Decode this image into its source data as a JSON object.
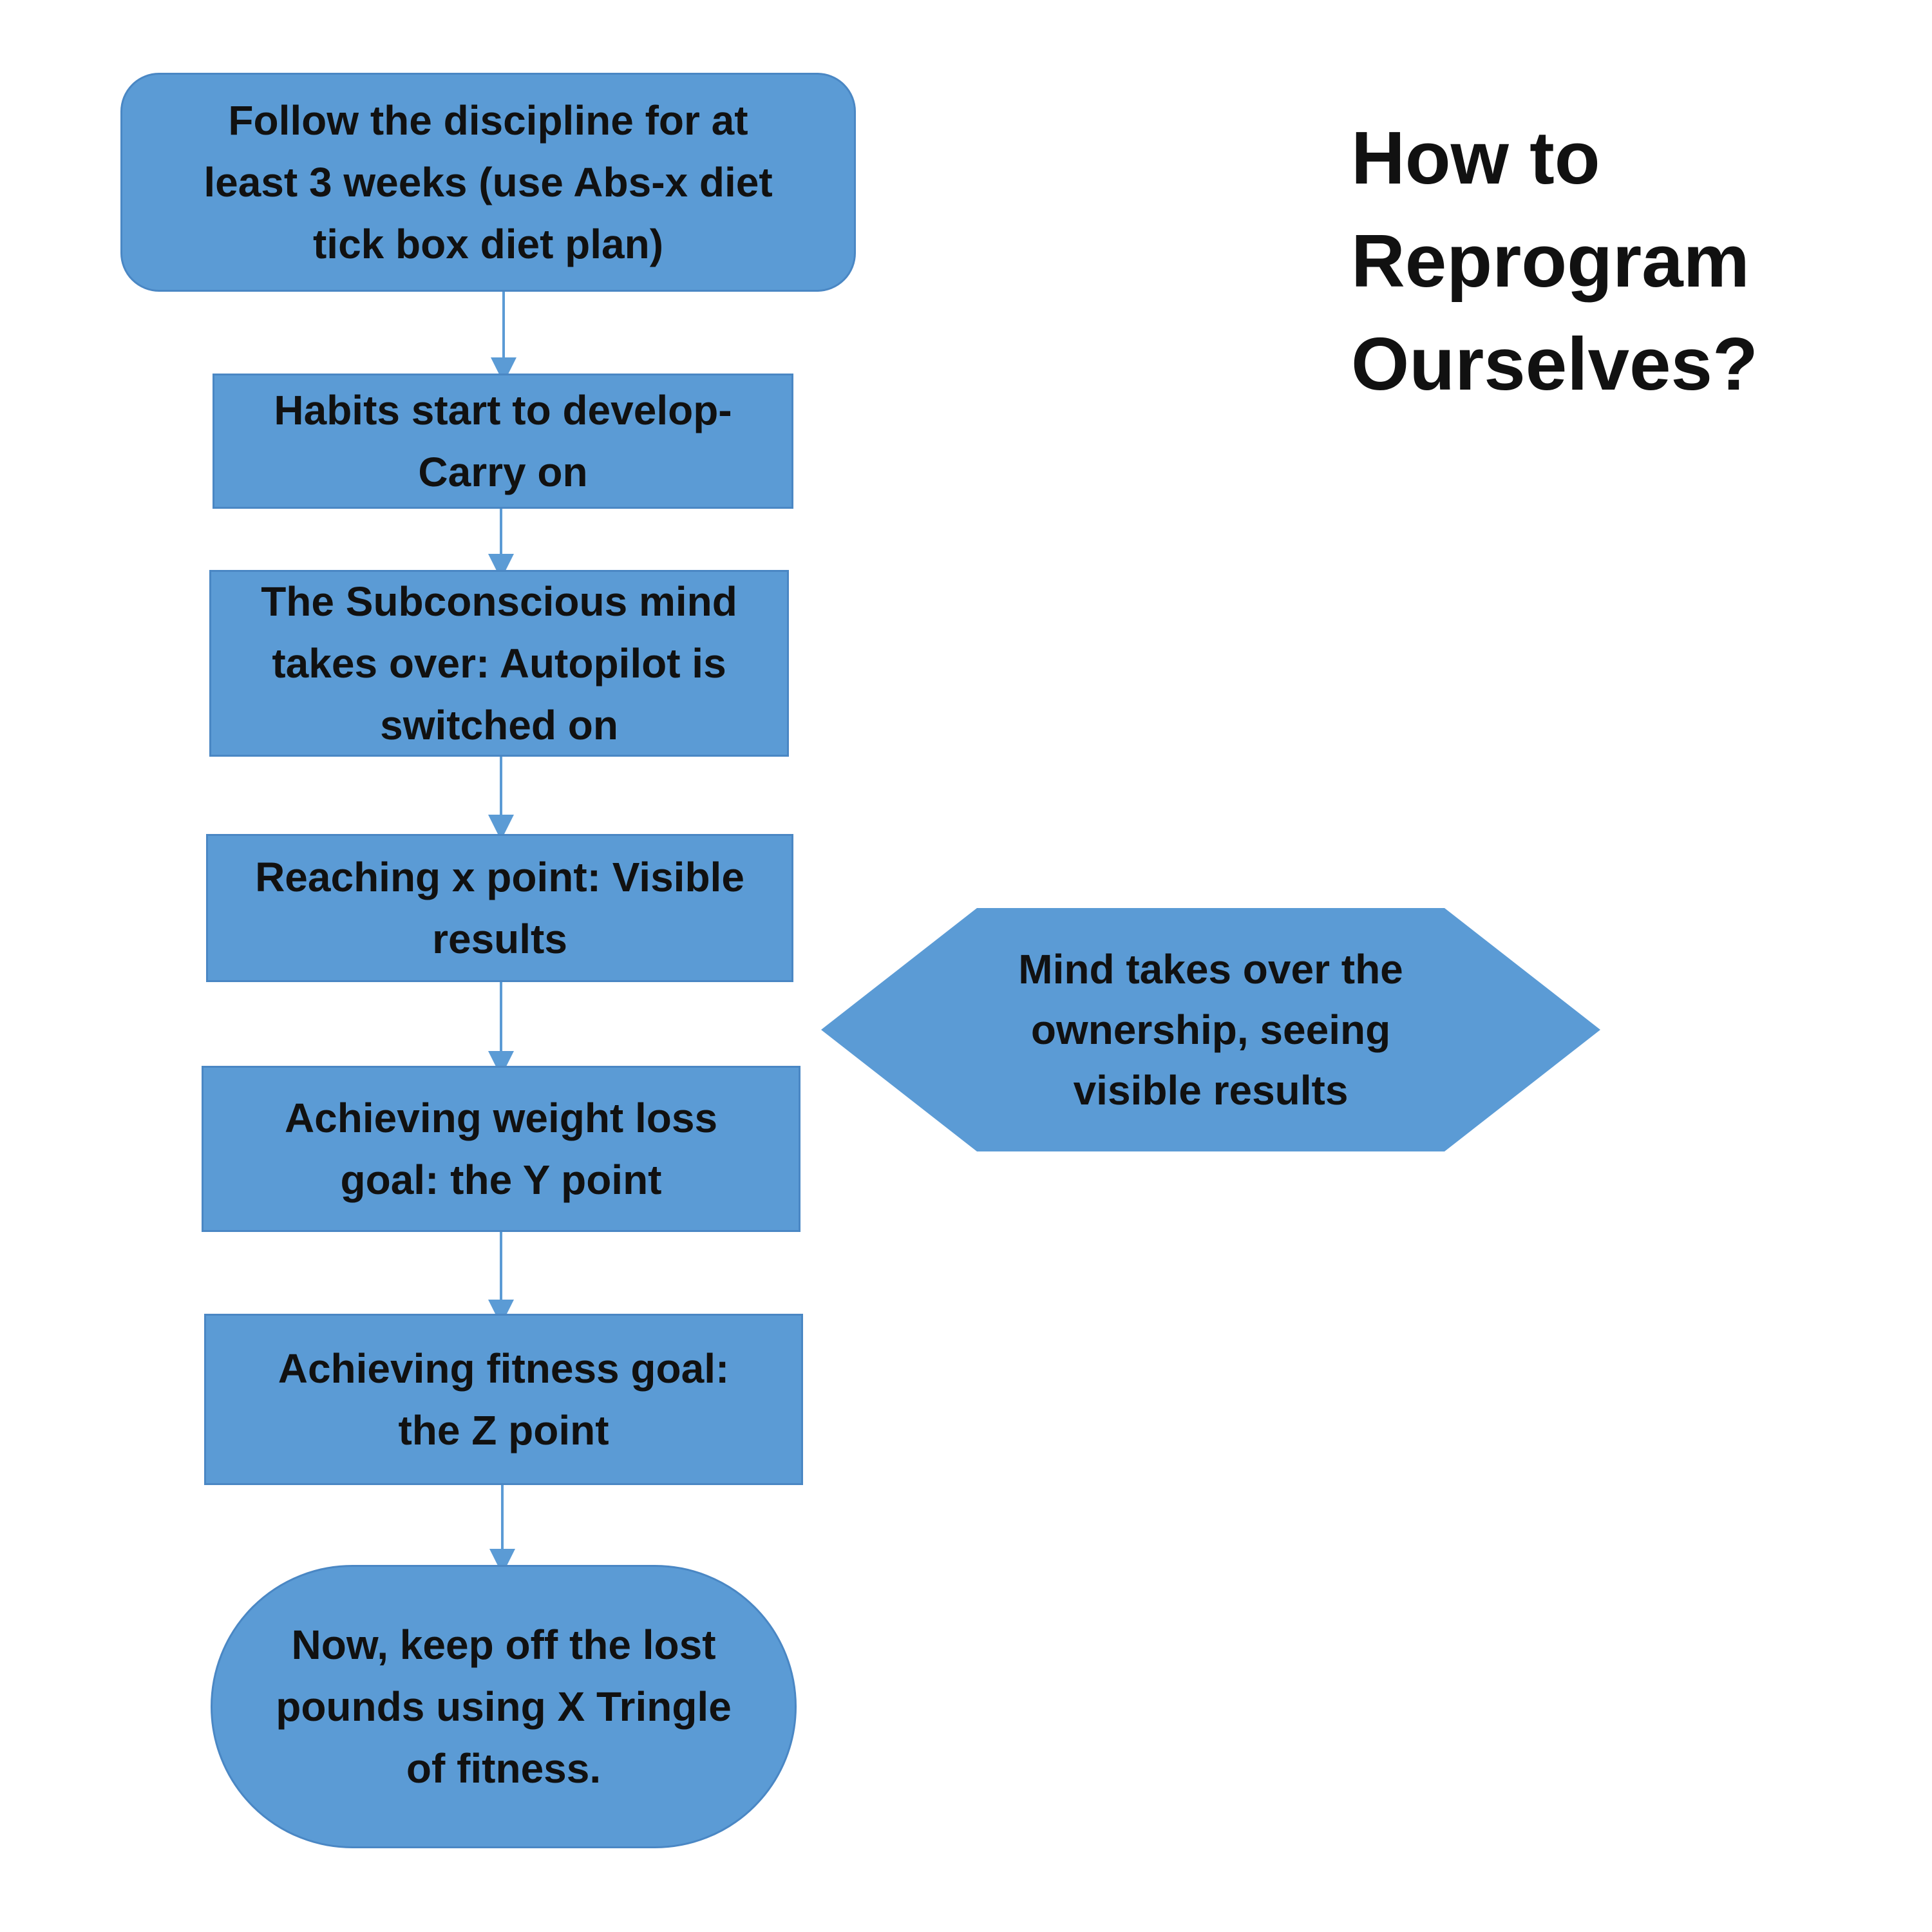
{
  "title": "How to Reprogram\nOurselves?",
  "flow": {
    "step1": "Follow the discipline for at least 3 weeks (use Abs-x diet tick box diet plan)",
    "step2": "Habits start to develop- Carry on",
    "step3": "The Subconscious mind takes over: Autopilot is switched on",
    "step4": "Reaching x point: Visible results",
    "step5": "Achieving weight loss goal: the Y point",
    "step6": "Achieving fitness goal: the Z point",
    "step7": "Now, keep off the lost pounds using X Tringle of fitness."
  },
  "side_note": "Mind takes over the ownership, seeing visible results",
  "colors": {
    "node_fill": "#5b9bd5",
    "node_border": "#4a87c4",
    "connector": "#5b9bd5",
    "text": "#111111"
  }
}
